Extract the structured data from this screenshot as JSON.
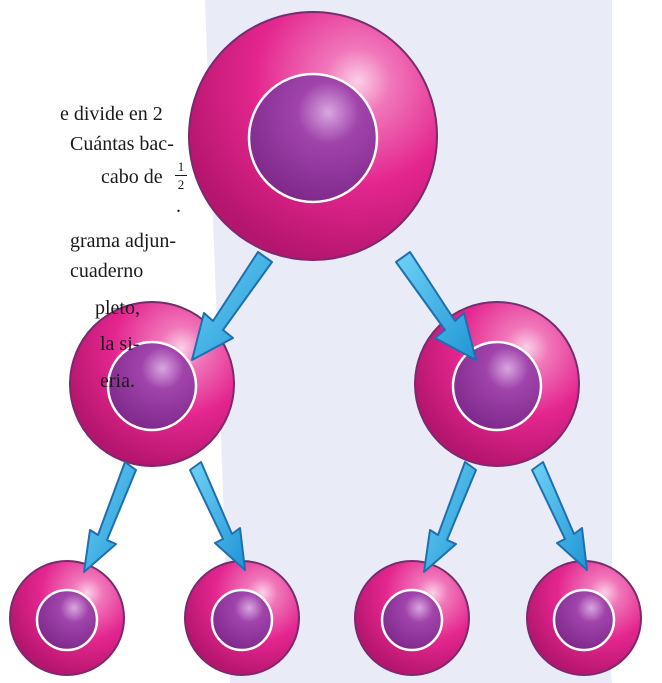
{
  "text": {
    "line1": "e divide en 2",
    "line2": "Cuántas bac-",
    "line3_prefix": "cabo de",
    "fraction_num": "1",
    "fraction_den": "2",
    "line4": ".",
    "line5": "grama adjun-",
    "line6": "cuaderno",
    "line7": "pleto,",
    "line8": "la si-",
    "line9": "eria."
  },
  "colors": {
    "panel_bg": "#e9ecf6",
    "outer_cell": "#e4268f",
    "outer_cell_highlight": "#f7a9d3",
    "nucleus": "#8a2e96",
    "nucleus_highlight": "#c98fd3",
    "arrow_fill": "#3db7ea",
    "arrow_stroke": "#1f6fb0",
    "outline": "#5a2a6e"
  },
  "diagram": {
    "type": "bacterial-division-tree",
    "levels": [
      1,
      2,
      4
    ],
    "icons": {
      "cell": "bacterium-cell-icon",
      "arrow": "division-arrow-icon"
    }
  }
}
